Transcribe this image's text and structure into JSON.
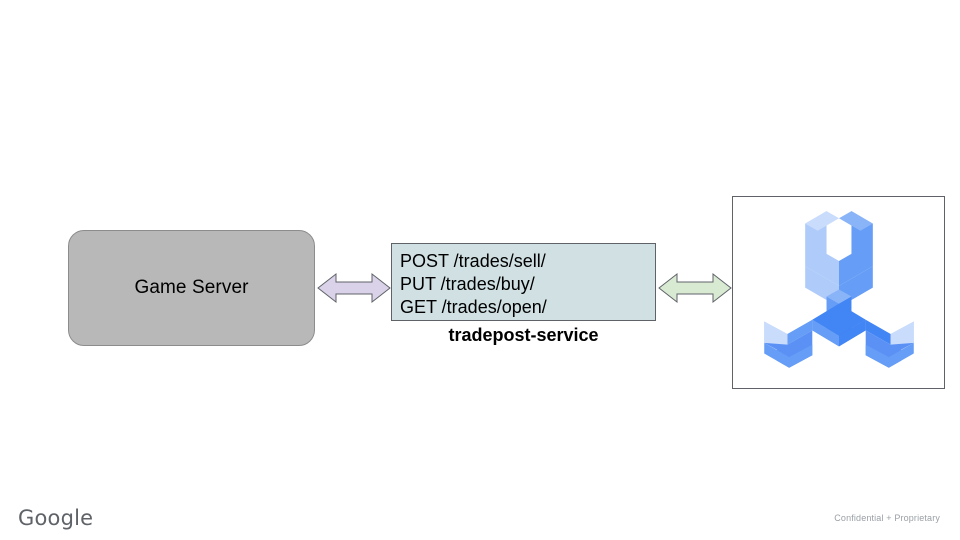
{
  "slide": {
    "background_color": "#ffffff",
    "title_visible": false
  },
  "game_server": {
    "label": "Game Server",
    "fill_color": "#b8b8b8",
    "stroke_color": "#8c8c8c"
  },
  "connectors": {
    "left": {
      "name": "left-double-arrow",
      "fill_color": "#d9d2e9",
      "stroke_color": "#5f6368",
      "direction": "bidirectional"
    },
    "right": {
      "name": "right-double-arrow",
      "fill_color": "#d9ead3",
      "stroke_color": "#5f6368",
      "direction": "bidirectional"
    }
  },
  "service": {
    "caption": "tradepost-service",
    "fill_color": "#d0e0e3",
    "stroke_color": "#5f6368",
    "endpoints": [
      "POST /trades/sell/",
      "PUT /trades/buy/",
      "GET /trades/open/"
    ]
  },
  "logo_panel": {
    "icon_name": "isometric-three-prong-wrench-icon",
    "frame_stroke_color": "#5f6368",
    "colors": {
      "light": "#aecbfa",
      "medium": "#669df6",
      "dark": "#4285f4",
      "darkest": "#3b78e7"
    }
  },
  "footer": {
    "brand": "Google",
    "brand_color": "#5f6368",
    "confidential": "Confidential + Proprietary",
    "confidential_color": "#9aa0a6"
  }
}
